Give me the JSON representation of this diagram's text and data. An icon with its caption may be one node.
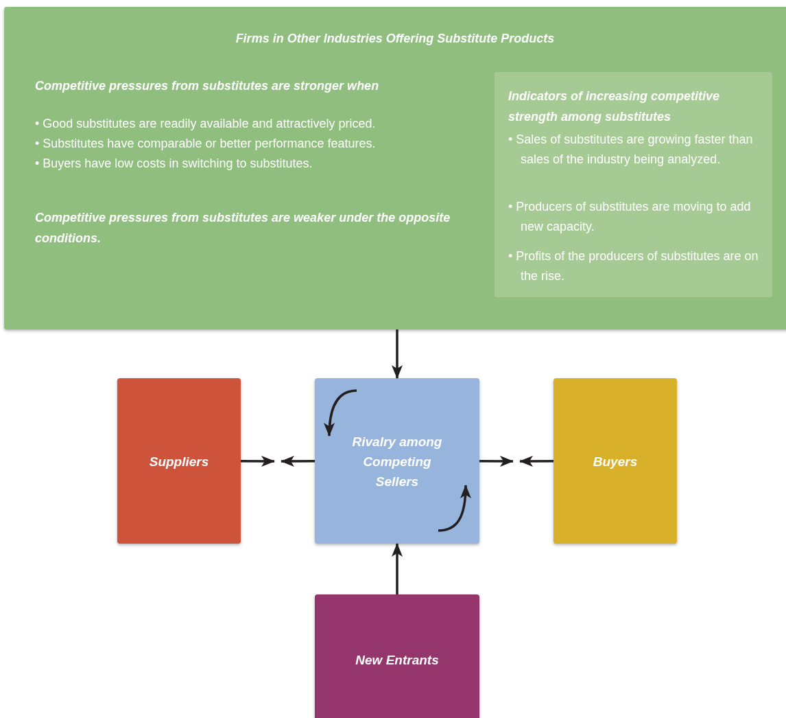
{
  "diagram": {
    "nodes": [
      {
        "text": [
          "Firms in Other Industries Offering Substitute Products",
          "Competitive pressures from substitutes are stronger when",
          "• Good substitutes are readily available and attractively priced.",
          "• Substitutes have comparable or better performance features.",
          "• Buyers have low costs in switching to substitutes.",
          "Competitive pressures from substitutes are weaker under the opposite conditions."
        ]
      },
      {
        "text": [
          "Indicators of increasing competitive strength among substitutes",
          "• Sales of substitutes are growing faster than sales of the industry being analyzed.",
          "• Producers of substitutes are moving to add new capacity.",
          "• Profits of the producers of substitutes are on the rise."
        ],
        "in": 0
      },
      {
        "text": [
          "Suppliers"
        ]
      },
      {
        "text": [
          "Rivalry among Competing Sellers"
        ]
      },
      {
        "text": [
          "Buyers"
        ]
      },
      {
        "text": [
          "New Entrants"
        ]
      }
    ],
    "edges": [
      {
        "from": 0,
        "to": 3,
        "arrow": "to"
      },
      {
        "from": 2,
        "to": null,
        "arrow": "to"
      },
      {
        "from": 3,
        "to": null,
        "arrow": "to"
      },
      {
        "from": 3,
        "to": null,
        "arrow": "to"
      },
      {
        "from": 4,
        "to": null,
        "arrow": "to"
      },
      {
        "from": 5,
        "to": 3,
        "arrow": "to"
      }
    ]
  }
}
